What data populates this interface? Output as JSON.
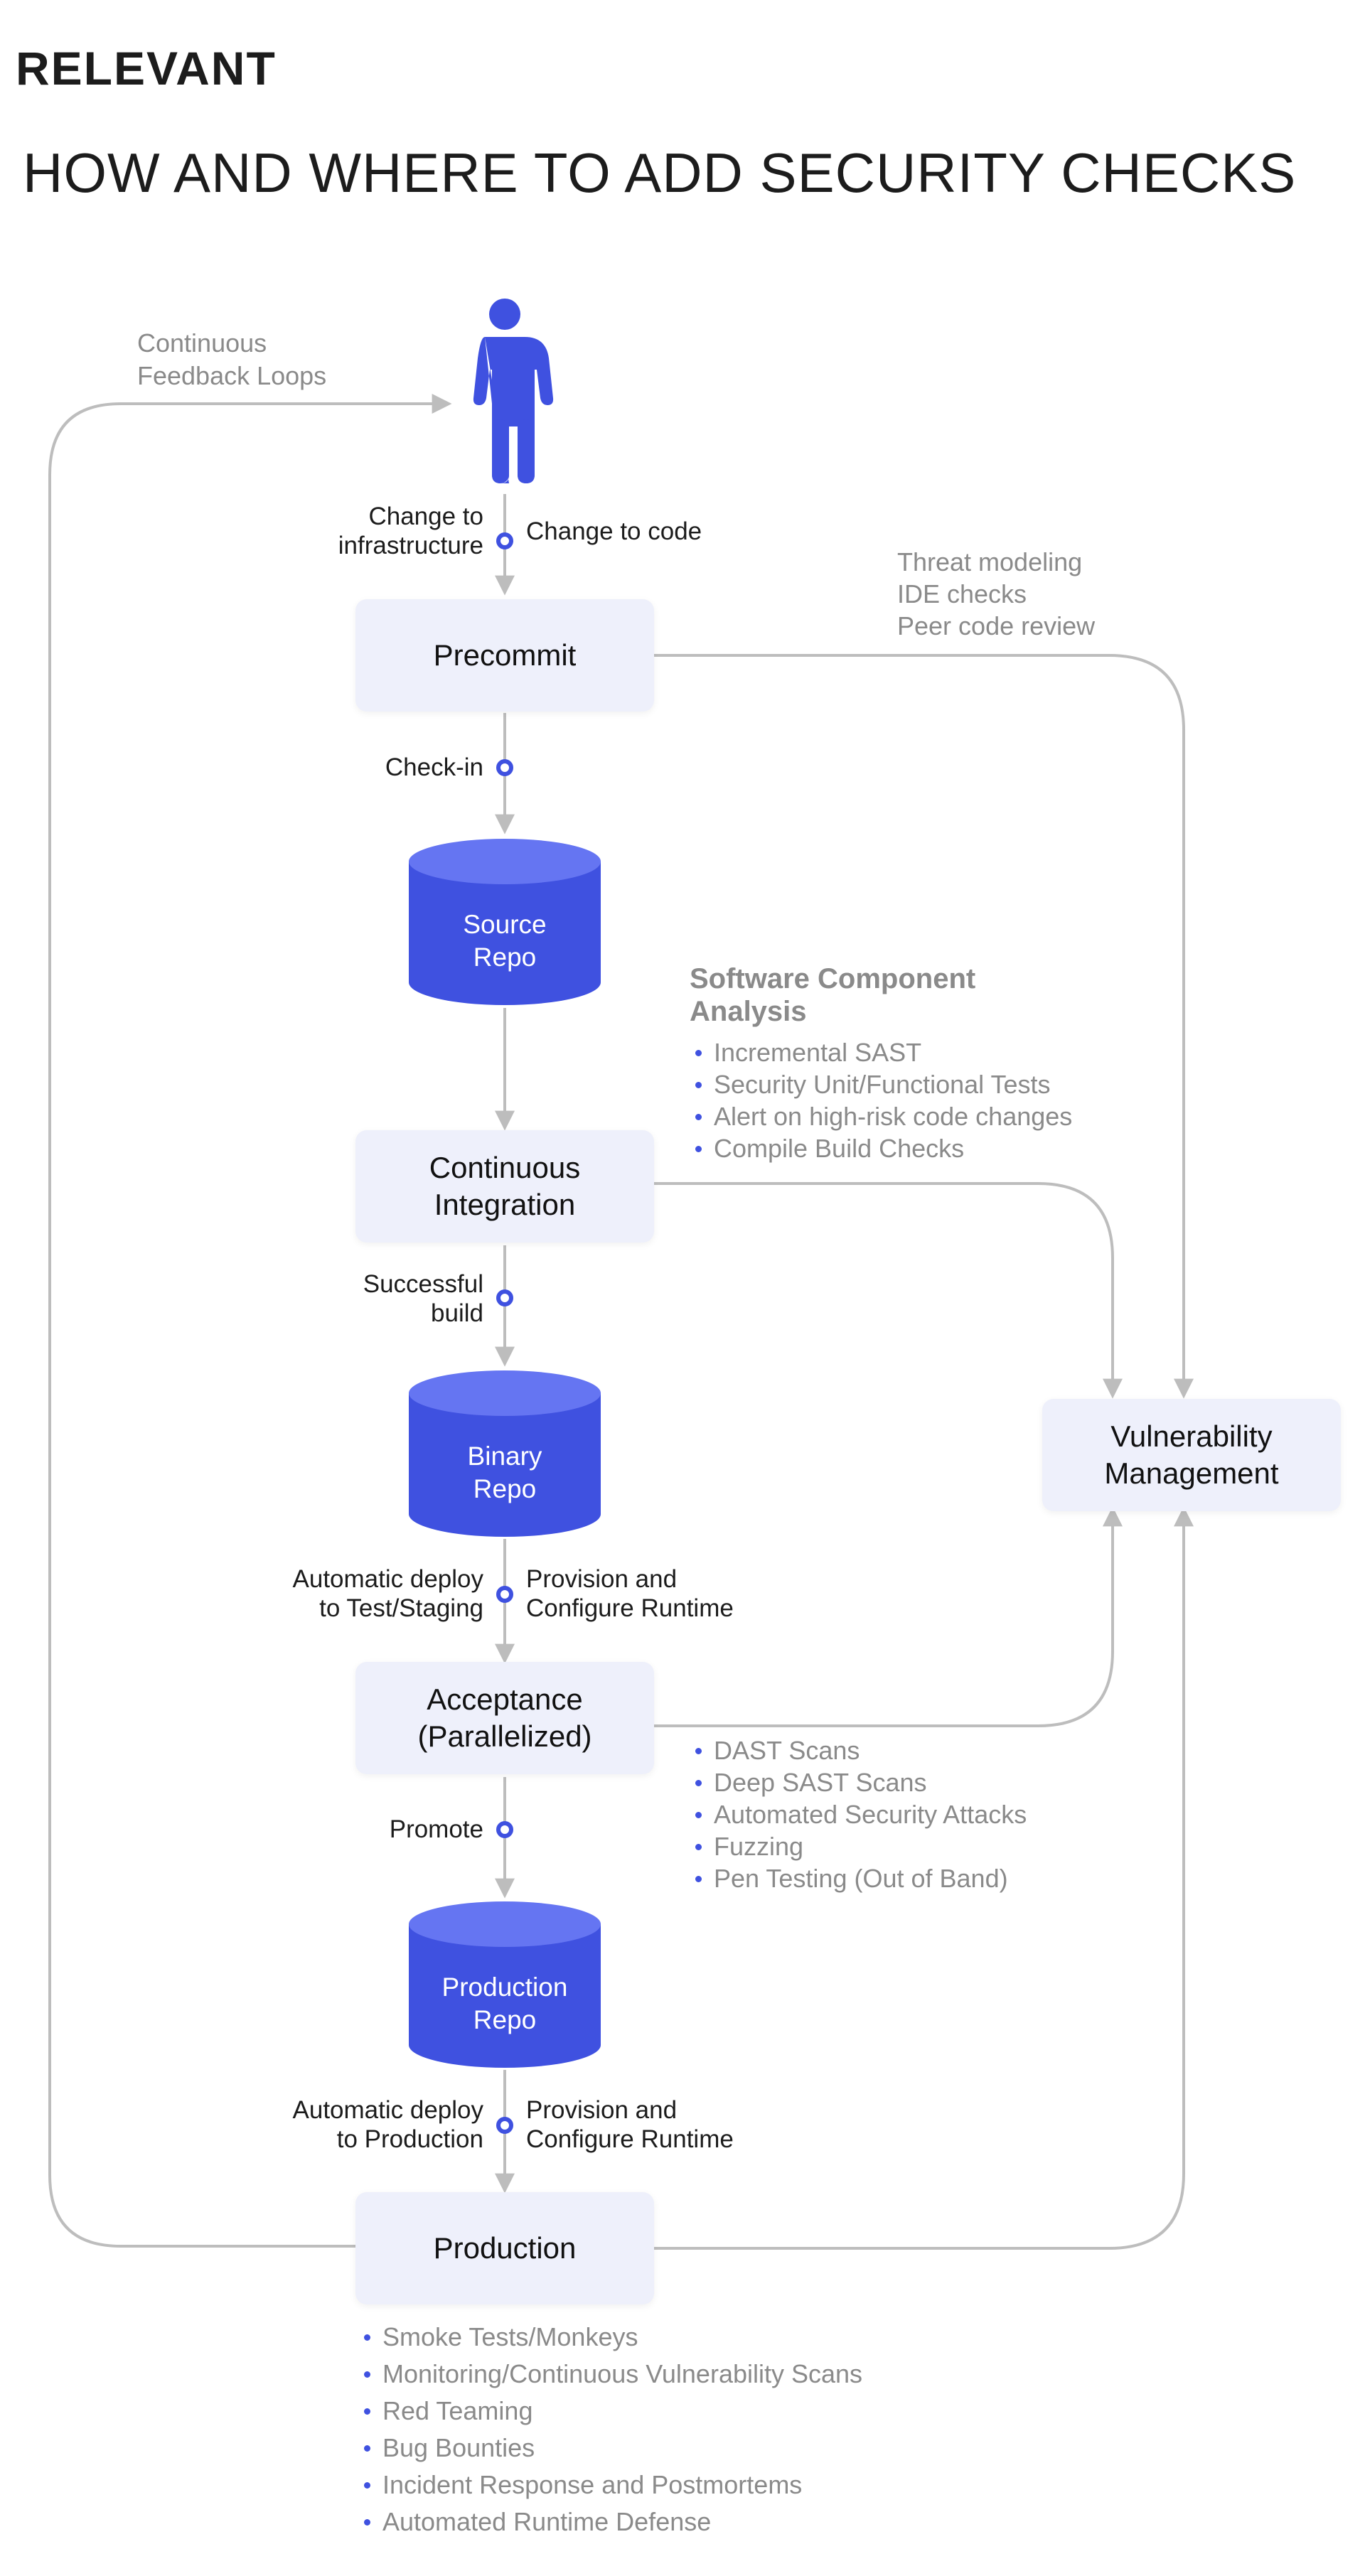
{
  "brand": "RELEVANT",
  "title": "HOW AND WHERE TO ADD SECURITY CHECKS",
  "colors": {
    "accent": "#3f51e0",
    "cylinder_top": "#6575f2",
    "box_bg": "#eef0fb",
    "line": "#bdbdbd",
    "muted_text": "#8a8a8a"
  },
  "icons": {
    "person": "person-icon",
    "node": "node-dot-icon",
    "arrow": "arrow-head-icon"
  },
  "feedback_label": "Continuous\nFeedback Loops",
  "labels": {
    "change_infra": "Change to\ninfrastructure",
    "change_code": "Change to code",
    "check_in": "Check-in",
    "successful_build": "Successful\nbuild",
    "deploy_test": "Automatic deploy\nto Test/Staging",
    "provision_1": "Provision and\nConfigure Runtime",
    "promote": "Promote",
    "deploy_prod": "Automatic deploy\nto Production",
    "provision_2": "Provision and\nConfigure Runtime"
  },
  "boxes": {
    "precommit": "Precommit",
    "ci": "Continuous\nIntegration",
    "acceptance": "Acceptance\n(Parallelized)",
    "production": "Production",
    "vuln": "Vulnerability\nManagement"
  },
  "repos": {
    "source": "Source\nRepo",
    "binary": "Binary\nRepo",
    "production": "Production\nRepo"
  },
  "precommit_checks": "Threat modeling\nIDE checks\nPeer code review",
  "sca_title": "Software Component\nAnalysis",
  "ci_checks": [
    "Incremental SAST",
    "Security Unit/Functional Tests",
    "Alert on high-risk code changes",
    "Compile Build Checks"
  ],
  "acceptance_checks": [
    "DAST Scans",
    "Deep SAST Scans",
    "Automated Security Attacks",
    "Fuzzing",
    "Pen Testing (Out of Band)"
  ],
  "production_checks": [
    "Smoke Tests/Monkeys",
    "Monitoring/Continuous Vulnerability Scans",
    "Red Teaming",
    "Bug Bounties",
    "Incident Response and Postmortems",
    "Automated Runtime Defense"
  ]
}
